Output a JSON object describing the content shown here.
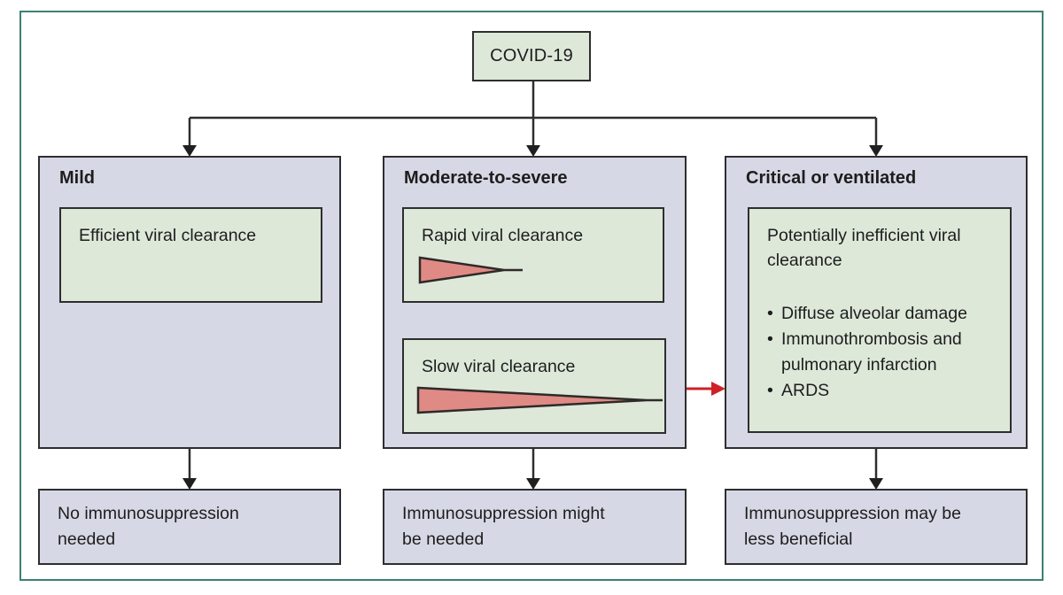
{
  "figure": {
    "root_label": "COVID-19",
    "bullet_char": "•",
    "columns": [
      {
        "title": "Mild",
        "panels": [
          {
            "label": "Efficient viral clearance",
            "wedge": null
          }
        ],
        "outcome": "No immunosuppression needed"
      },
      {
        "title": "Moderate-to-severe",
        "panels": [
          {
            "label": "Rapid viral clearance",
            "wedge": "short-fast-taper"
          },
          {
            "label": "Slow viral clearance",
            "wedge": "long-slow-taper"
          }
        ],
        "outcome": "Immunosuppression might be needed"
      },
      {
        "title": "Critical or ventilated",
        "panels": [
          {
            "label": "Potentially inefficient viral clearance",
            "bullets": [
              "Diffuse alveolar damage",
              "Immunothrombosis and pulmonary infarction",
              "ARDS"
            ]
          }
        ],
        "outcome": "Immunosuppression may be less beneficial"
      }
    ],
    "colors": {
      "frame_teal": "#3d8171",
      "box_lavender": "#d7d8e5",
      "box_green": "#dde8d9",
      "border_dark": "#2e2e2e",
      "wedge_fill": "#e08a85",
      "wedge_stroke": "#2e2a28",
      "arrow_red": "#d02027",
      "text": "#1d1d1d"
    }
  }
}
